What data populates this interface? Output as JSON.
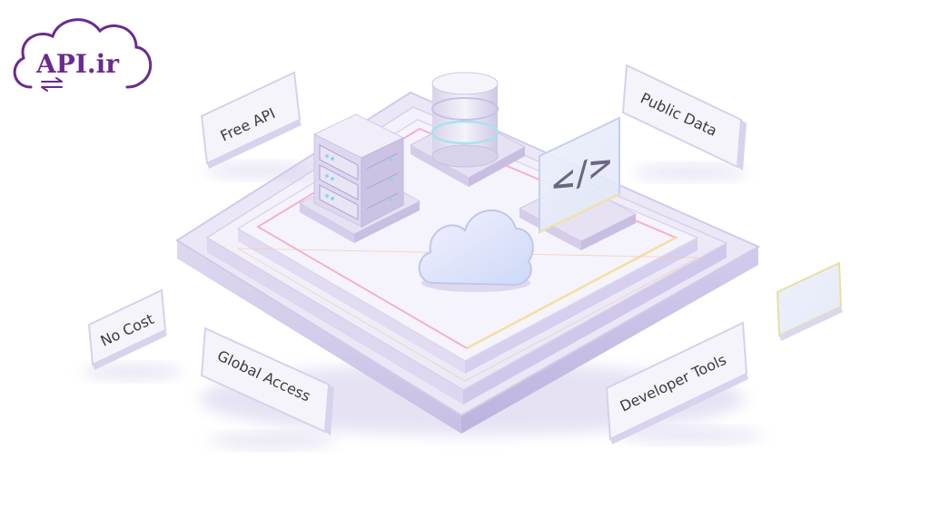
{
  "logo": {
    "text": "API.ir",
    "color": "#6a2a8f"
  },
  "labels": {
    "free_api": "Free API",
    "public_data": "Public Data",
    "no_cost": "No Cost",
    "global_access": "Global Access",
    "developer_tools": "Developer Tools",
    "code_glyph": "</>"
  },
  "colors": {
    "platform_top": "#f1eef8",
    "platform_side": "#d7d0ec",
    "platform_edge": "#c9c0e6",
    "accent_pink": "#f2a4c9",
    "accent_yellow": "#f5e39a",
    "accent_lilac": "#b9a8e8",
    "label_text": "#3b3a44",
    "label_bg": "#f6f4fb"
  },
  "icons": [
    "cloud-logo-icon",
    "swap-arrows-icon",
    "server-rack-icon",
    "database-icon",
    "code-panel-icon",
    "cloud-icon"
  ]
}
